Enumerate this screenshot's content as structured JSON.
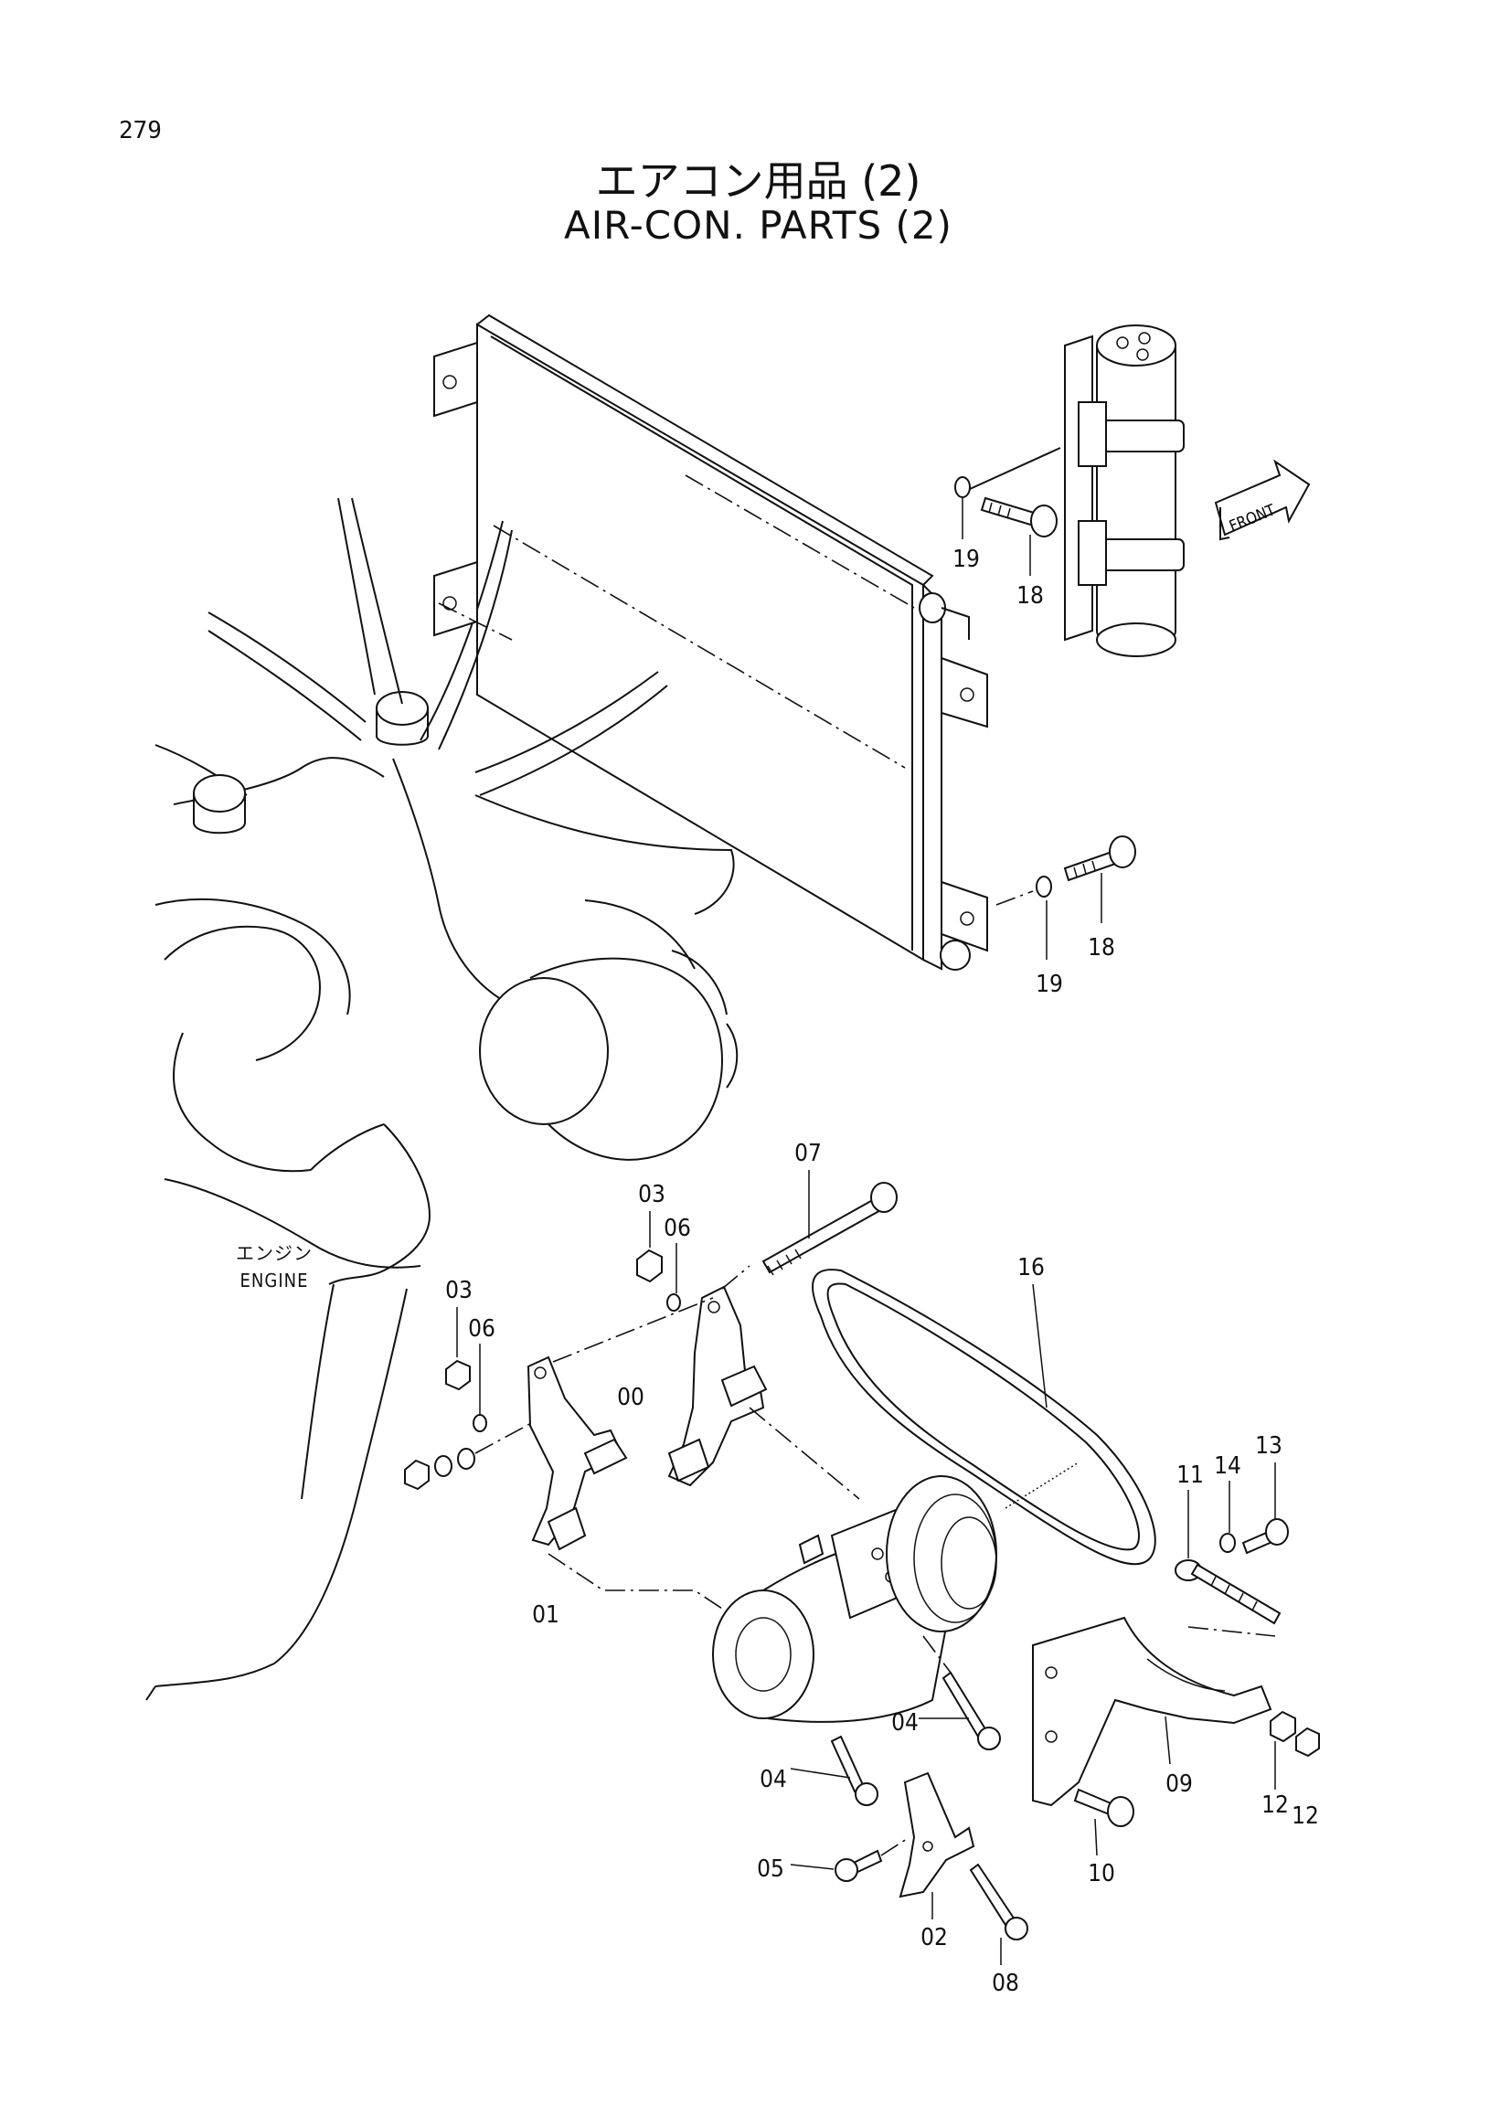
{
  "page_number": "279",
  "title_jp": "エアコン用品 (2)",
  "title_en": "AIR-CON. PARTS (2)",
  "engine_label_jp": "エンジン",
  "engine_label_en": "ENGINE",
  "front_label": "FRONT",
  "callouts": {
    "c00": "00",
    "c01": "01",
    "c02": "02",
    "c03a": "03",
    "c03b": "03",
    "c04a": "04",
    "c04b": "04",
    "c05": "05",
    "c06a": "06",
    "c06b": "06",
    "c07": "07",
    "c08": "08",
    "c09": "09",
    "c10": "10",
    "c11": "11",
    "c12a": "12",
    "c12b": "12",
    "c13": "13",
    "c14": "14",
    "c16": "16",
    "c18a": "18",
    "c18b": "18",
    "c19a": "19",
    "c19b": "19"
  }
}
